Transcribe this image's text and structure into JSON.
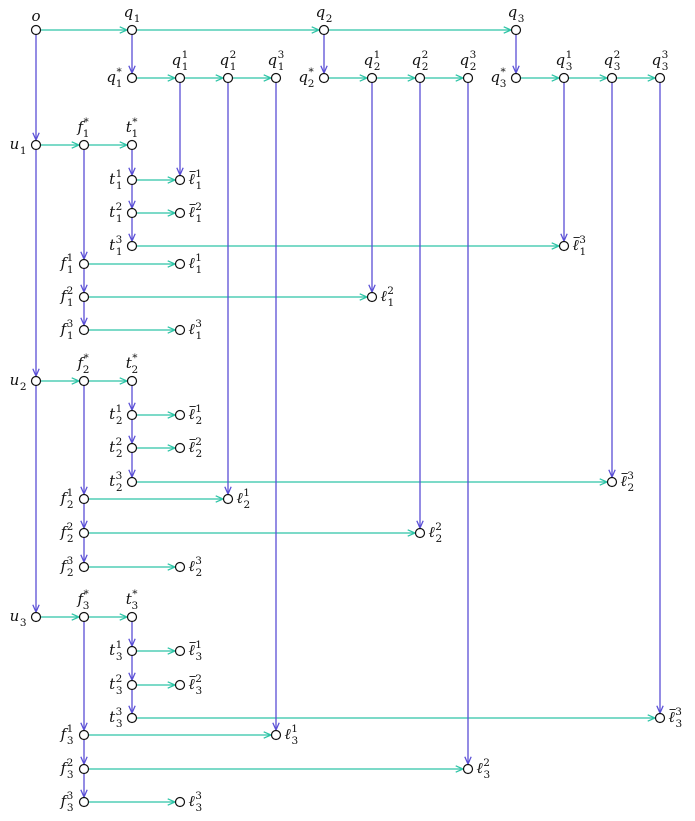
{
  "colors": {
    "horizontal_edge": "#2ec4a6",
    "vertical_edge": "#5a4fd6",
    "node_stroke": "#111111",
    "background": "#ffffff"
  },
  "node_style": "open-circle",
  "nodes": [
    {
      "id": "o",
      "label": {
        "base": "o"
      }
    },
    {
      "id": "q1",
      "label": {
        "base": "q",
        "sub": "1"
      }
    },
    {
      "id": "q2",
      "label": {
        "base": "q",
        "sub": "2"
      }
    },
    {
      "id": "q3",
      "label": {
        "base": "q",
        "sub": "3"
      }
    },
    {
      "id": "q1s",
      "label": {
        "base": "q",
        "sup": "*",
        "sub": "1"
      }
    },
    {
      "id": "q1_1",
      "label": {
        "base": "q",
        "sup": "1",
        "sub": "1"
      }
    },
    {
      "id": "q1_2",
      "label": {
        "base": "q",
        "sup": "2",
        "sub": "1"
      }
    },
    {
      "id": "q1_3",
      "label": {
        "base": "q",
        "sup": "3",
        "sub": "1"
      }
    },
    {
      "id": "q2s",
      "label": {
        "base": "q",
        "sup": "*",
        "sub": "2"
      }
    },
    {
      "id": "q2_1",
      "label": {
        "base": "q",
        "sup": "1",
        "sub": "2"
      }
    },
    {
      "id": "q2_2",
      "label": {
        "base": "q",
        "sup": "2",
        "sub": "2"
      }
    },
    {
      "id": "q2_3",
      "label": {
        "base": "q",
        "sup": "3",
        "sub": "2"
      }
    },
    {
      "id": "q3s",
      "label": {
        "base": "q",
        "sup": "*",
        "sub": "3"
      }
    },
    {
      "id": "q3_1",
      "label": {
        "base": "q",
        "sup": "1",
        "sub": "3"
      }
    },
    {
      "id": "q3_2",
      "label": {
        "base": "q",
        "sup": "2",
        "sub": "3"
      }
    },
    {
      "id": "q3_3",
      "label": {
        "base": "q",
        "sup": "3",
        "sub": "3"
      }
    },
    {
      "id": "u1",
      "label": {
        "base": "u",
        "sub": "1"
      }
    },
    {
      "id": "f1s",
      "label": {
        "base": "f",
        "sup": "*",
        "sub": "1"
      }
    },
    {
      "id": "t1s",
      "label": {
        "base": "t",
        "sup": "*",
        "sub": "1"
      }
    },
    {
      "id": "t1_1",
      "label": {
        "base": "t",
        "sup": "1",
        "sub": "1"
      }
    },
    {
      "id": "t1_2",
      "label": {
        "base": "t",
        "sup": "2",
        "sub": "1"
      }
    },
    {
      "id": "t1_3",
      "label": {
        "base": "t",
        "sup": "3",
        "sub": "1"
      }
    },
    {
      "id": "lb1_1",
      "label": {
        "base": "ℓ",
        "bar": true,
        "sup": "1",
        "sub": "1"
      }
    },
    {
      "id": "lb1_2",
      "label": {
        "base": "ℓ",
        "bar": true,
        "sup": "2",
        "sub": "1"
      }
    },
    {
      "id": "lb1_3",
      "label": {
        "base": "ℓ",
        "bar": true,
        "sup": "3",
        "sub": "1"
      }
    },
    {
      "id": "f1_1",
      "label": {
        "base": "f",
        "sup": "1",
        "sub": "1"
      }
    },
    {
      "id": "f1_2",
      "label": {
        "base": "f",
        "sup": "2",
        "sub": "1"
      }
    },
    {
      "id": "f1_3",
      "label": {
        "base": "f",
        "sup": "3",
        "sub": "1"
      }
    },
    {
      "id": "l1_1",
      "label": {
        "base": "ℓ",
        "sup": "1",
        "sub": "1"
      }
    },
    {
      "id": "l1_2",
      "label": {
        "base": "ℓ",
        "sup": "2",
        "sub": "1"
      }
    },
    {
      "id": "l1_3",
      "label": {
        "base": "ℓ",
        "sup": "3",
        "sub": "1"
      }
    },
    {
      "id": "u2",
      "label": {
        "base": "u",
        "sub": "2"
      }
    },
    {
      "id": "f2s",
      "label": {
        "base": "f",
        "sup": "*",
        "sub": "2"
      }
    },
    {
      "id": "t2s",
      "label": {
        "base": "t",
        "sup": "*",
        "sub": "2"
      }
    },
    {
      "id": "t2_1",
      "label": {
        "base": "t",
        "sup": "1",
        "sub": "2"
      }
    },
    {
      "id": "t2_2",
      "label": {
        "base": "t",
        "sup": "2",
        "sub": "2"
      }
    },
    {
      "id": "t2_3",
      "label": {
        "base": "t",
        "sup": "3",
        "sub": "2"
      }
    },
    {
      "id": "lb2_1",
      "label": {
        "base": "ℓ",
        "bar": true,
        "sup": "1",
        "sub": "2"
      }
    },
    {
      "id": "lb2_2",
      "label": {
        "base": "ℓ",
        "bar": true,
        "sup": "2",
        "sub": "2"
      }
    },
    {
      "id": "lb2_3",
      "label": {
        "base": "ℓ",
        "bar": true,
        "sup": "3",
        "sub": "2"
      }
    },
    {
      "id": "f2_1",
      "label": {
        "base": "f",
        "sup": "1",
        "sub": "2"
      }
    },
    {
      "id": "f2_2",
      "label": {
        "base": "f",
        "sup": "2",
        "sub": "2"
      }
    },
    {
      "id": "f2_3",
      "label": {
        "base": "f",
        "sup": "3",
        "sub": "2"
      }
    },
    {
      "id": "l2_1",
      "label": {
        "base": "ℓ",
        "sup": "1",
        "sub": "2"
      }
    },
    {
      "id": "l2_2",
      "label": {
        "base": "ℓ",
        "sup": "2",
        "sub": "2"
      }
    },
    {
      "id": "l2_3",
      "label": {
        "base": "ℓ",
        "sup": "3",
        "sub": "2"
      }
    },
    {
      "id": "u3",
      "label": {
        "base": "u",
        "sub": "3"
      }
    },
    {
      "id": "f3s",
      "label": {
        "base": "f",
        "sup": "*",
        "sub": "3"
      }
    },
    {
      "id": "t3s",
      "label": {
        "base": "t",
        "sup": "*",
        "sub": "3"
      }
    },
    {
      "id": "t3_1",
      "label": {
        "base": "t",
        "sup": "1",
        "sub": "3"
      }
    },
    {
      "id": "t3_2",
      "label": {
        "base": "t",
        "sup": "2",
        "sub": "3"
      }
    },
    {
      "id": "t3_3",
      "label": {
        "base": "t",
        "sup": "3",
        "sub": "3"
      }
    },
    {
      "id": "lb3_1",
      "label": {
        "base": "ℓ",
        "bar": true,
        "sup": "1",
        "sub": "3"
      }
    },
    {
      "id": "lb3_2",
      "label": {
        "base": "ℓ",
        "bar": true,
        "sup": "2",
        "sub": "3"
      }
    },
    {
      "id": "lb3_3",
      "label": {
        "base": "ℓ",
        "bar": true,
        "sup": "3",
        "sub": "3"
      }
    },
    {
      "id": "f3_1",
      "label": {
        "base": "f",
        "sup": "1",
        "sub": "3"
      }
    },
    {
      "id": "f3_2",
      "label": {
        "base": "f",
        "sup": "2",
        "sub": "3"
      }
    },
    {
      "id": "f3_3",
      "label": {
        "base": "f",
        "sup": "3",
        "sub": "3"
      }
    },
    {
      "id": "l3_1",
      "label": {
        "base": "ℓ",
        "sup": "1",
        "sub": "3"
      }
    },
    {
      "id": "l3_2",
      "label": {
        "base": "ℓ",
        "sup": "2",
        "sub": "3"
      }
    },
    {
      "id": "l3_3",
      "label": {
        "base": "ℓ",
        "sup": "3",
        "sub": "3"
      }
    }
  ],
  "edges": [
    [
      "o",
      "q1"
    ],
    [
      "q1",
      "q2"
    ],
    [
      "q2",
      "q3"
    ],
    [
      "q1",
      "q1s"
    ],
    [
      "q1s",
      "q1_1"
    ],
    [
      "q1_1",
      "q1_2"
    ],
    [
      "q1_2",
      "q1_3"
    ],
    [
      "q2",
      "q2s"
    ],
    [
      "q2s",
      "q2_1"
    ],
    [
      "q2_1",
      "q2_2"
    ],
    [
      "q2_2",
      "q2_3"
    ],
    [
      "q3",
      "q3s"
    ],
    [
      "q3s",
      "q3_1"
    ],
    [
      "q3_1",
      "q3_2"
    ],
    [
      "q3_2",
      "q3_3"
    ],
    [
      "o",
      "u1"
    ],
    [
      "u1",
      "u2"
    ],
    [
      "u2",
      "u3"
    ],
    [
      "u1",
      "f1s"
    ],
    [
      "f1s",
      "t1s"
    ],
    [
      "t1s",
      "t1_1"
    ],
    [
      "t1_1",
      "t1_2"
    ],
    [
      "t1_2",
      "t1_3"
    ],
    [
      "t1_1",
      "lb1_1"
    ],
    [
      "t1_2",
      "lb1_2"
    ],
    [
      "t1_3",
      "lb1_3"
    ],
    [
      "f1s",
      "f1_1"
    ],
    [
      "f1_1",
      "f1_2"
    ],
    [
      "f1_2",
      "f1_3"
    ],
    [
      "f1_1",
      "l1_1"
    ],
    [
      "f1_2",
      "l1_2"
    ],
    [
      "f1_3",
      "l1_3"
    ],
    [
      "u2",
      "f2s"
    ],
    [
      "f2s",
      "t2s"
    ],
    [
      "t2s",
      "t2_1"
    ],
    [
      "t2_1",
      "t2_2"
    ],
    [
      "t2_2",
      "t2_3"
    ],
    [
      "t2_1",
      "lb2_1"
    ],
    [
      "t2_2",
      "lb2_2"
    ],
    [
      "t2_3",
      "lb2_3"
    ],
    [
      "f2s",
      "f2_1"
    ],
    [
      "f2_1",
      "f2_2"
    ],
    [
      "f2_2",
      "f2_3"
    ],
    [
      "f2_1",
      "l2_1"
    ],
    [
      "f2_2",
      "l2_2"
    ],
    [
      "f2_3",
      "l2_3"
    ],
    [
      "u3",
      "f3s"
    ],
    [
      "f3s",
      "t3s"
    ],
    [
      "t3s",
      "t3_1"
    ],
    [
      "t3_1",
      "t3_2"
    ],
    [
      "t3_2",
      "t3_3"
    ],
    [
      "t3_1",
      "lb3_1"
    ],
    [
      "t3_2",
      "lb3_2"
    ],
    [
      "t3_3",
      "lb3_3"
    ],
    [
      "f3s",
      "f3_1"
    ],
    [
      "f3_1",
      "f3_2"
    ],
    [
      "f3_2",
      "f3_3"
    ],
    [
      "f3_1",
      "l3_1"
    ],
    [
      "f3_2",
      "l3_2"
    ],
    [
      "f3_3",
      "l3_3"
    ],
    [
      "q1_1",
      "lb1_1"
    ],
    [
      "q3_1",
      "lb1_3"
    ],
    [
      "q2_1",
      "l1_2"
    ],
    [
      "q1_2",
      "l2_1"
    ],
    [
      "q2_2",
      "l2_2"
    ],
    [
      "q3_2",
      "lb2_3"
    ],
    [
      "q1_3",
      "l3_1"
    ],
    [
      "q2_3",
      "l3_2"
    ],
    [
      "q3_3",
      "lb3_3"
    ]
  ]
}
